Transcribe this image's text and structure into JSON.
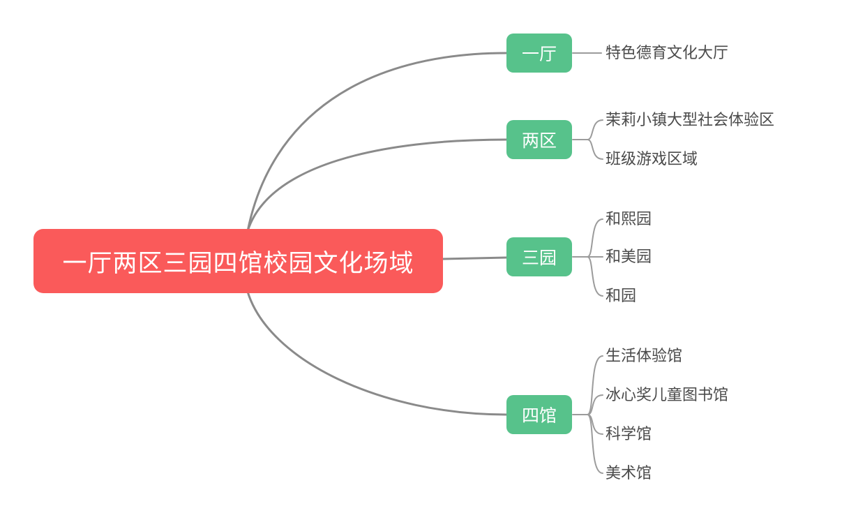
{
  "root": {
    "label": "一厅两区三园四馆校园文化场域"
  },
  "branches": [
    {
      "label": "一厅",
      "children": [
        "特色德育文化大厅"
      ]
    },
    {
      "label": "两区",
      "children": [
        "茉莉小镇大型社会体验区",
        "班级游戏区域"
      ]
    },
    {
      "label": "三园",
      "children": [
        "和熙园",
        "和美园",
        "和园"
      ]
    },
    {
      "label": "四馆",
      "children": [
        "生活体验馆",
        "冰心奖儿童图书馆",
        "科学馆",
        "美术馆"
      ]
    }
  ],
  "colors": {
    "root_fill": "#FA5A5A",
    "branch_fill": "#57C28B",
    "edge_main": "#8A8A8A",
    "edge_sub": "#9B9B9B",
    "leaf_text": "#4A4A4A",
    "node_text": "#FFFFFF",
    "background": "#FFFFFF"
  }
}
